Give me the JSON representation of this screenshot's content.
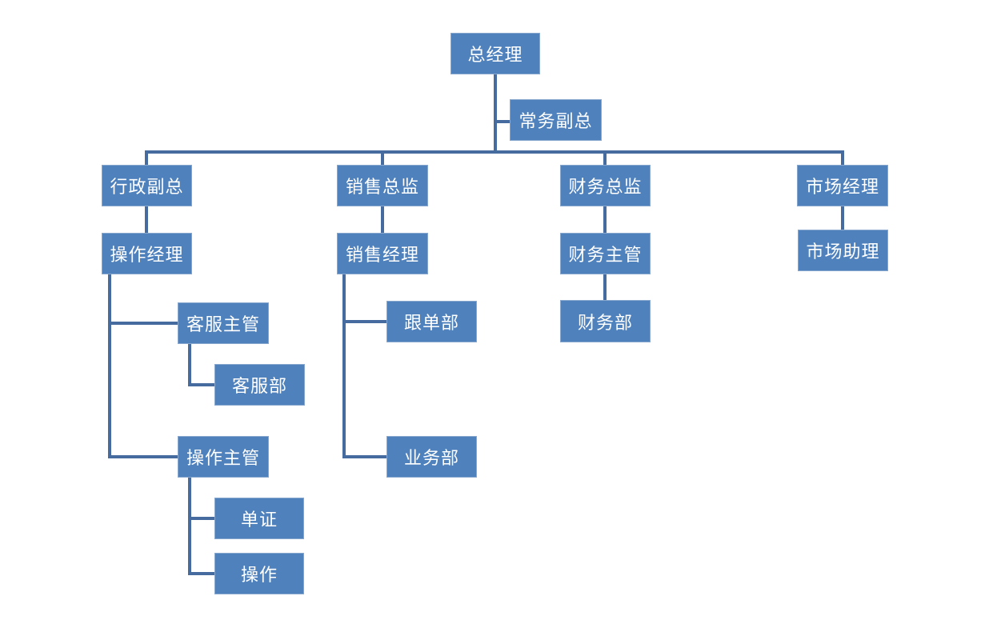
{
  "diagram": {
    "type": "org-chart",
    "language": "zh-CN",
    "colors": {
      "node_fill": "#4f81bd",
      "node_border": "#87a7cf",
      "connector": "#466c9f",
      "text": "#ffffff",
      "background": "#ffffff"
    },
    "nodes": {
      "general_manager": "总经理",
      "deputy_general_manager": "常务副总",
      "admin_vp": "行政副总",
      "sales_director": "销售总监",
      "finance_director": "财务总监",
      "marketing_manager": "市场经理",
      "operations_manager": "操作经理",
      "sales_manager": "销售经理",
      "finance_supervisor": "财务主管",
      "marketing_assistant": "市场助理",
      "customer_service_supervisor": "客服主管",
      "customer_service_dept": "客服部",
      "operations_supervisor": "操作主管",
      "documentation": "单证",
      "operations": "操作",
      "order_follow_up_dept": "跟单部",
      "business_dept": "业务部",
      "finance_dept": "财务部"
    },
    "edges": [
      {
        "from": "general_manager",
        "to": "deputy_general_manager",
        "type": "assistant"
      },
      {
        "from": "general_manager",
        "to": "admin_vp",
        "type": "report"
      },
      {
        "from": "general_manager",
        "to": "sales_director",
        "type": "report"
      },
      {
        "from": "general_manager",
        "to": "finance_director",
        "type": "report"
      },
      {
        "from": "general_manager",
        "to": "marketing_manager",
        "type": "report"
      },
      {
        "from": "admin_vp",
        "to": "operations_manager",
        "type": "report"
      },
      {
        "from": "operations_manager",
        "to": "customer_service_supervisor",
        "type": "report"
      },
      {
        "from": "customer_service_supervisor",
        "to": "customer_service_dept",
        "type": "report"
      },
      {
        "from": "operations_manager",
        "to": "operations_supervisor",
        "type": "report"
      },
      {
        "from": "operations_supervisor",
        "to": "documentation",
        "type": "report"
      },
      {
        "from": "operations_supervisor",
        "to": "operations",
        "type": "report"
      },
      {
        "from": "sales_director",
        "to": "sales_manager",
        "type": "report"
      },
      {
        "from": "sales_manager",
        "to": "order_follow_up_dept",
        "type": "report"
      },
      {
        "from": "sales_manager",
        "to": "business_dept",
        "type": "report"
      },
      {
        "from": "finance_director",
        "to": "finance_supervisor",
        "type": "report"
      },
      {
        "from": "finance_supervisor",
        "to": "finance_dept",
        "type": "report"
      },
      {
        "from": "marketing_manager",
        "to": "marketing_assistant",
        "type": "report"
      }
    ]
  }
}
